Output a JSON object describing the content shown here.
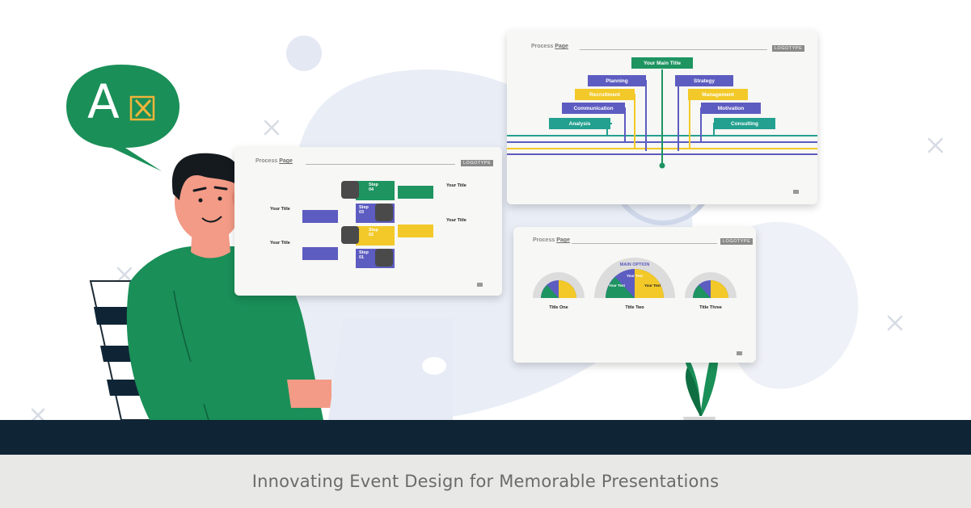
{
  "footer": {
    "caption": "Innovating Event Design for Memorable Presentations"
  },
  "speech_bubble": {
    "letter": "A"
  },
  "card_common": {
    "header_prefix": "Process",
    "header_bold": "Page",
    "logo_label": "LOGOTYPE"
  },
  "card_steps": {
    "steps": [
      {
        "label": "Step",
        "number": "04"
      },
      {
        "label": "Step",
        "number": "03"
      },
      {
        "label": "Step",
        "number": "02"
      },
      {
        "label": "Step",
        "number": "01"
      }
    ],
    "titles": [
      "Your Title",
      "Your Title",
      "Your Title",
      "Your Title"
    ]
  },
  "card_tree": {
    "main_title": "Your Main Title",
    "left_items": [
      "Planning",
      "Recruitment",
      "Communication",
      "Analysis"
    ],
    "right_items": [
      "Strategy",
      "Management",
      "Motivation",
      "Consulting"
    ]
  },
  "card_gauges": {
    "main_option": "MAIN OPTION",
    "center_labels": [
      "Your Text",
      "Your Text",
      "Your Text"
    ],
    "titles": [
      "Title One",
      "Title Two",
      "Title Three"
    ]
  },
  "colors": {
    "green": "#1e9461",
    "purple": "#5d5cc1",
    "yellow": "#f2c928",
    "teal": "#23a08f",
    "navy": "#0f2535",
    "skin": "#f39b86"
  }
}
